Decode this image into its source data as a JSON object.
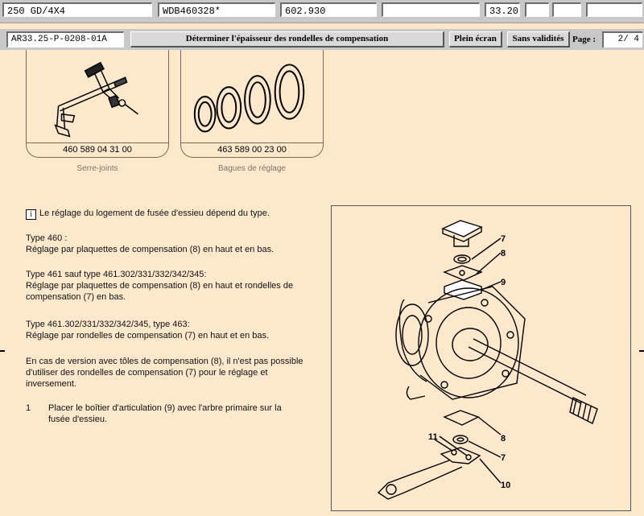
{
  "header": {
    "model": "250 GD/4X4",
    "vin": "WDB460328*",
    "code": "602.930",
    "empty1": "",
    "value": "33.20",
    "empty2": "",
    "empty3": "",
    "empty4": ""
  },
  "toolbar": {
    "reference": "AR33.25-P-0208-01A",
    "title": "Déterminer l'épaisseur des rondelles de compensation",
    "fullscreen_label": "Plein écran",
    "no_validity_label": "Sans validités",
    "page_label": "Page :",
    "page_value": "2/  4"
  },
  "tools": [
    {
      "number": "460 589 04 31 00",
      "caption": "Serre-joints",
      "icon": "clamp-tool"
    },
    {
      "number": "463 589 00 23 00",
      "caption": "Bagues de réglage",
      "icon": "adjustment-rings"
    }
  ],
  "content": {
    "intro": "Le réglage du logement de fusée d'essieu dépend du type.",
    "type460_title": "Type 460 :",
    "type460_text": "Réglage par plaquettes de compensation (8) en haut et en bas.",
    "type461_title": "Type 461 sauf type 461.302/331/332/342/345:",
    "type461_text": "Réglage par plaquettes de compensation (8) en haut et rondelles de compensation (7) en bas.",
    "type463_title": "Type 461.302/331/332/342/345, type 463:",
    "type463_text": "Réglage par rondelles de compensation (7) en haut et en bas.",
    "note": "En cas de version avec tôles de compensation (8), il n'est pas possible d'utiliser des rondelles de compensation (7) pour le réglage et inversement.",
    "step_number": "1",
    "step_text": "Placer le boîtier d'articulation (9) avec l'arbre primaire sur la fusée d'essieu."
  },
  "diagram": {
    "labels": [
      "7",
      "8",
      "9",
      "8",
      "7",
      "10",
      "11"
    ]
  }
}
